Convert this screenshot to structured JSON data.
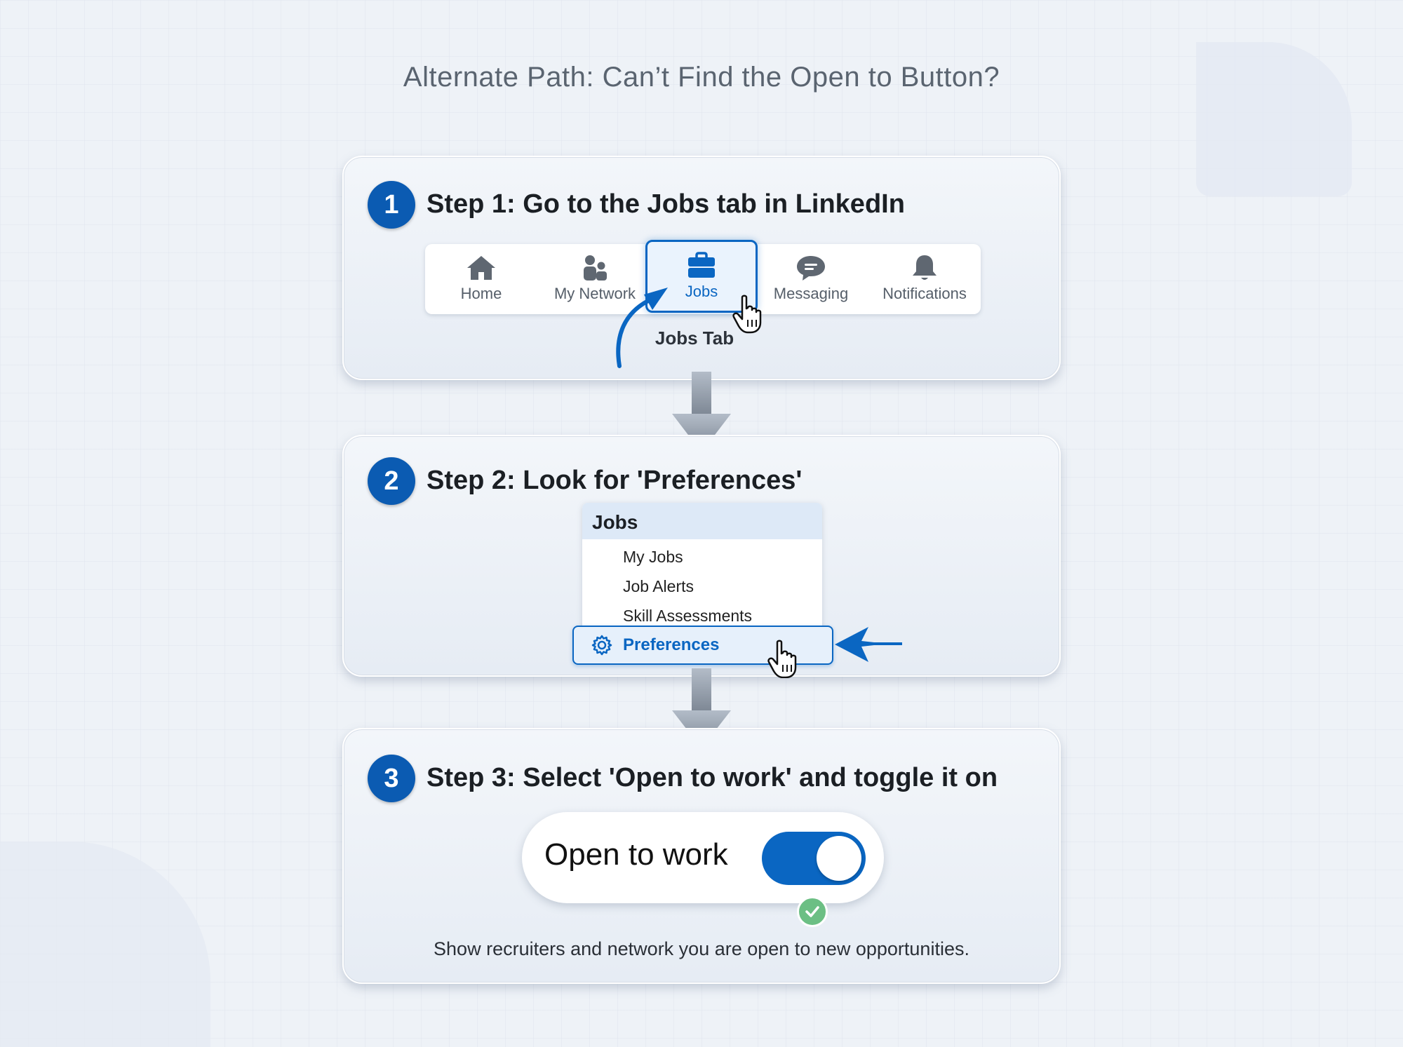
{
  "title": "Alternate Path: Can’t Find the Open to Button?",
  "colors": {
    "accent": "#0a66c2",
    "step_circle": "#0b5bb2",
    "check": "#6cbf84",
    "arrow_gray": "#8b95a3"
  },
  "steps": [
    {
      "number": "1",
      "title": "Step 1: Go to the Jobs tab in LinkedIn",
      "nav": [
        {
          "label": "Home",
          "icon": "home-icon"
        },
        {
          "label": "My Network",
          "icon": "network-icon"
        },
        {
          "label": "Jobs",
          "icon": "briefcase-icon",
          "active": true
        },
        {
          "label": "Messaging",
          "icon": "messaging-icon"
        },
        {
          "label": "Notifications",
          "icon": "bell-icon"
        }
      ],
      "callout": "Jobs Tab"
    },
    {
      "number": "2",
      "title": "Step 2: Look for 'Preferences'",
      "menu_header": "Jobs",
      "menu_items": [
        "My Jobs",
        "Job Alerts",
        "Skill Assessments"
      ],
      "highlighted_item": "Preferences",
      "highlighted_icon": "gear-icon"
    },
    {
      "number": "3",
      "title": "Step 3: Select 'Open to work' and toggle it on",
      "toggle_label": "Open to work",
      "toggle_state": "on",
      "caption": "Show recruiters and network you are open to new opportunities."
    }
  ]
}
